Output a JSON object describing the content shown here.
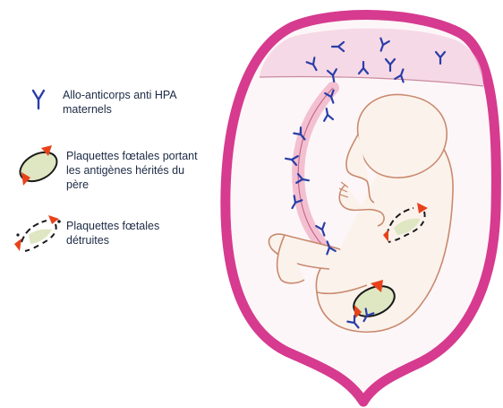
{
  "legend": {
    "antibody_label": "Allo-anticorps anti HPA maternels",
    "platelet_label": "Plaquettes fœtales portant les antigènes hérités du père",
    "destroyed_label": "Plaquettes fœtales détruites"
  },
  "colors": {
    "uterus": "#d63b8f",
    "amniotic": "#f7e2ee",
    "antibody": "#2a3ea8",
    "platelet_fill": "#dfe6c2",
    "antigen": "#e8421a",
    "fetus_outline": "#c98a6e"
  },
  "icons": [
    "antibody-icon",
    "platelet-icon",
    "destroyed-platelet-icon"
  ]
}
